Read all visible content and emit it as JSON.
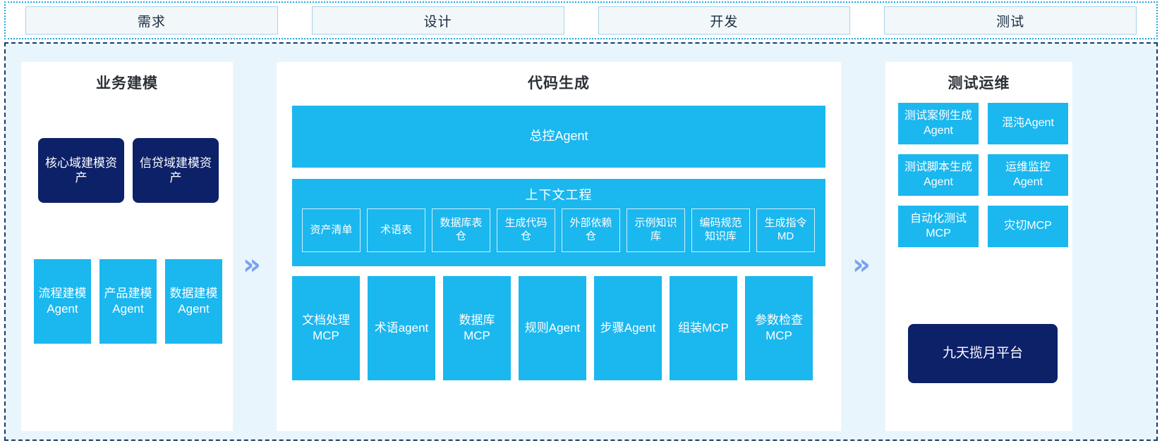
{
  "stages": [
    {
      "label": "需求"
    },
    {
      "label": "设计"
    },
    {
      "label": "开发"
    },
    {
      "label": "测试"
    }
  ],
  "colors": {
    "cyan": "#1bb7ef",
    "navy": "#0d2169",
    "panel_bg": "#e9f5fd",
    "stage_fill": "#f2f7fa",
    "chevron": "#7ba2ee"
  },
  "chevrons": [
    {
      "glyph": "»",
      "name": "chevron-right-1"
    },
    {
      "glyph": "»",
      "name": "chevron-right-2"
    }
  ],
  "panels": {
    "left": {
      "title": "业务建模",
      "assets": [
        {
          "label": "核心域建模资产"
        },
        {
          "label": "信贷域建模资产"
        }
      ],
      "agents": [
        {
          "label": "流程建模Agent"
        },
        {
          "label": "产品建模Agent"
        },
        {
          "label": "数据建模Agent"
        }
      ]
    },
    "center": {
      "title": "代码生成",
      "master_agent": "总控Agent",
      "context": {
        "title": "上下文工程",
        "items": [
          {
            "label": "资产清单"
          },
          {
            "label": "术语表"
          },
          {
            "label": "数据库表仓"
          },
          {
            "label": "生成代码仓"
          },
          {
            "label": "外部依赖仓"
          },
          {
            "label": "示例知识库"
          },
          {
            "label": "编码规范知识库"
          },
          {
            "label": "生成指令MD"
          }
        ]
      },
      "tools": [
        {
          "label": "文档处理MCP"
        },
        {
          "label": "术语agent"
        },
        {
          "label": "数据库MCP"
        },
        {
          "label": "规则Agent"
        },
        {
          "label": "步骤Agent"
        },
        {
          "label": "组装MCP"
        },
        {
          "label": "参数检查MCP"
        }
      ]
    },
    "right": {
      "title": "测试运维",
      "items": [
        {
          "label": "测试案例生成Agent"
        },
        {
          "label": "混沌Agent"
        },
        {
          "label": "测试脚本生成Agent"
        },
        {
          "label": "运维监控Agent"
        },
        {
          "label": "自动化测试MCP"
        },
        {
          "label": "灾切MCP"
        }
      ],
      "platform": "九天揽月平台"
    }
  }
}
